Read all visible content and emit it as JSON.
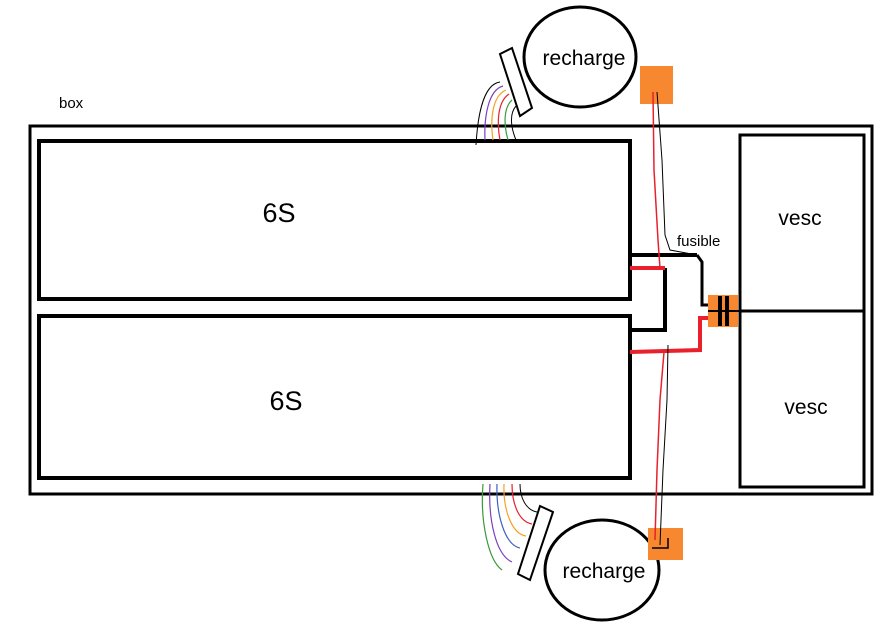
{
  "diagram": {
    "box_label": "box",
    "battery_top_label": "6S",
    "battery_bottom_label": "6S",
    "fuse_label": "fusible",
    "vesc_top_label": "vesc",
    "vesc_bottom_label": "vesc",
    "recharge_top_label": "recharge",
    "recharge_bottom_label": "recharge"
  },
  "colors": {
    "outline": "#000000",
    "positive_wire": "#e8212c",
    "connector": "#f7882f",
    "thin_wire_red": "#e8212c",
    "balance_wires": [
      "#7b3fbf",
      "#f7a020",
      "#e8212c",
      "#3a9a3a",
      "#4060c0"
    ]
  }
}
